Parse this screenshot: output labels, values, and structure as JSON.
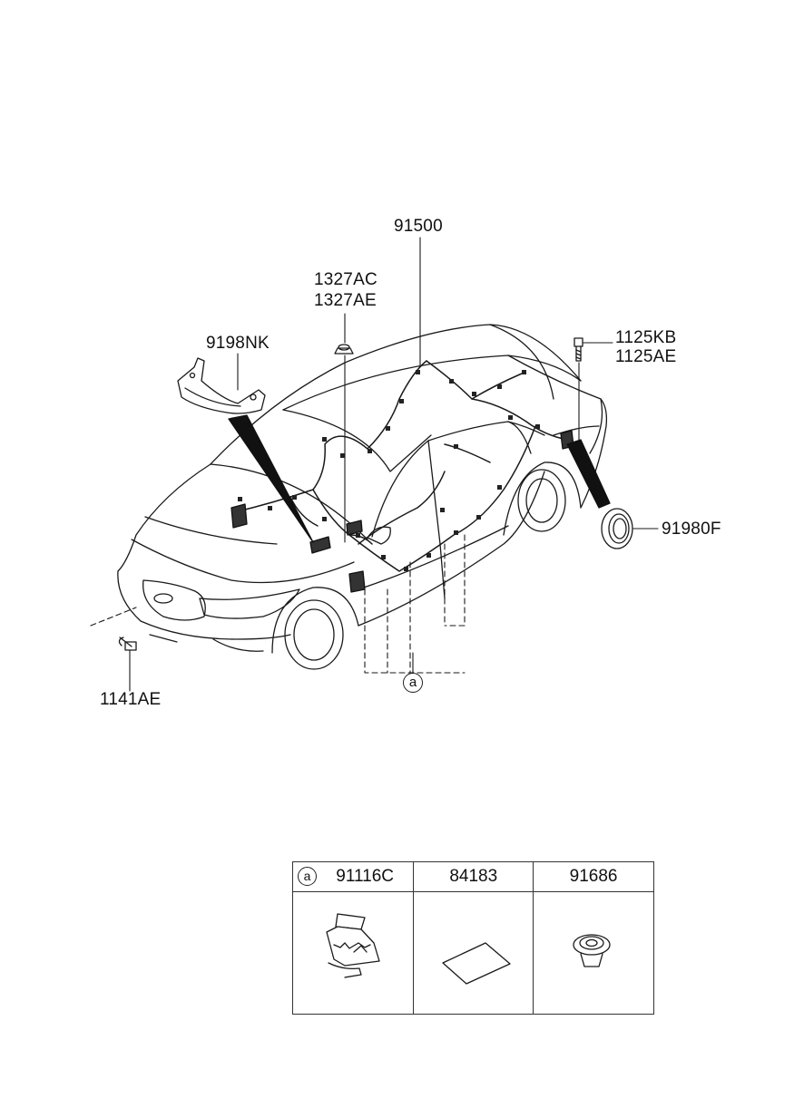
{
  "diagram": {
    "labels": {
      "p91500": "91500",
      "p1327AC": "1327AC",
      "p1327AE": "1327AE",
      "p9198NK": "9198NK",
      "p1125KB": "1125KB",
      "p1125AE": "1125AE",
      "p91980F": "91980F",
      "p1141AE": "1141AE",
      "callout_a": "a"
    }
  },
  "parts_table": {
    "ref_marker": "a",
    "headers": [
      "91116C",
      "84183",
      "91686"
    ]
  }
}
